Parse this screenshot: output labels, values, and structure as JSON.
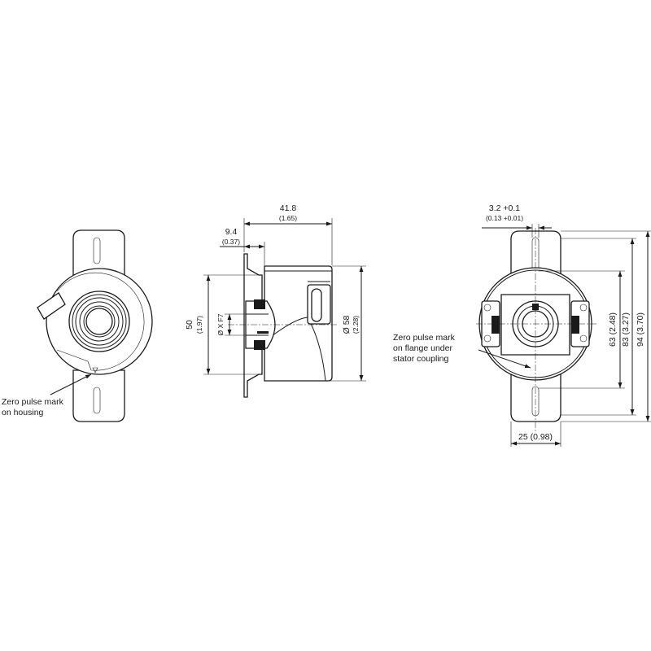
{
  "left_view": {
    "note_line1": "Zero pulse mark",
    "note_line2": "on housing"
  },
  "side_view": {
    "length_main": "41.8",
    "length_main_in": "(1.65)",
    "length_flange": "9.4",
    "length_flange_in": "(0.37)",
    "height": "50",
    "height_in": "(1.97)",
    "bore": "Ø X F7",
    "diameter": "Ø 58",
    "diameter_in": "(2.28)"
  },
  "right_view": {
    "slot_width": "3.2 +0.1",
    "slot_width_in": "(0.13 +0.01)",
    "note_line1": "Zero pulse mark",
    "note_line2": "on flange under",
    "note_line3": "stator coupling",
    "dim_63": "63 (2.48)",
    "dim_83": "83 (3.27)",
    "dim_94": "94 (3.70)",
    "dim_25": "25 (0.98)"
  }
}
